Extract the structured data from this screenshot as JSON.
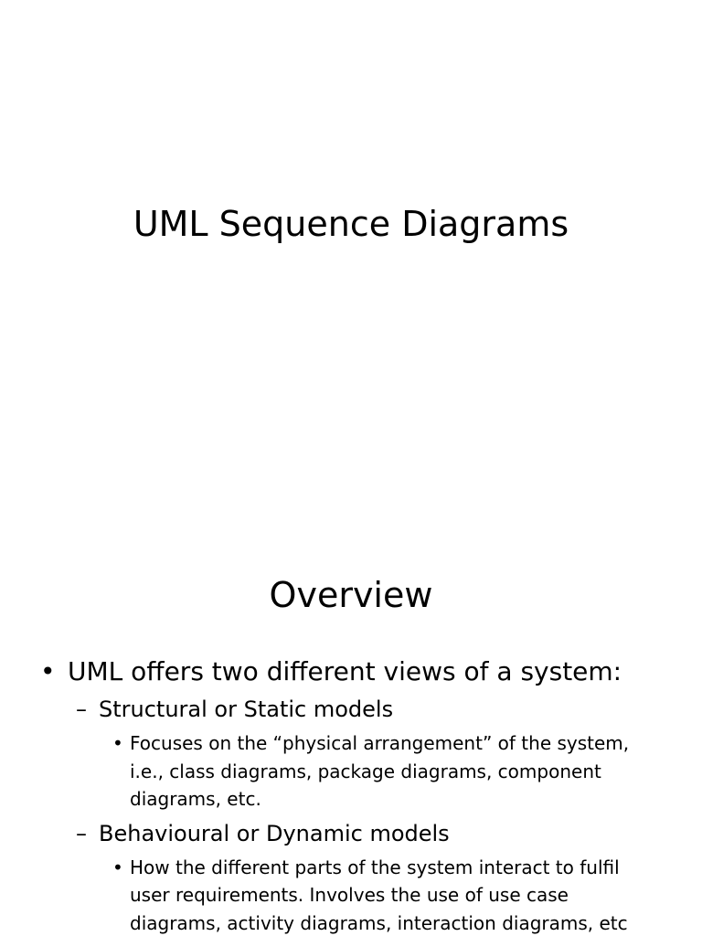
{
  "slide1": {
    "title": "UML Sequence Diagrams"
  },
  "slide2": {
    "title": "Overview",
    "bullet1": {
      "marker": "•",
      "text": "UML offers two different views of a system:"
    },
    "sub1": {
      "marker": "–",
      "text": "Structural or Static models"
    },
    "sub1_detail": {
      "marker": "•",
      "text": "Focuses on the “physical arrangement” of the system, i.e., class diagrams, package diagrams, component diagrams, etc."
    },
    "sub2": {
      "marker": "–",
      "text": "Behavioural  or Dynamic models"
    },
    "sub2_detail": {
      "marker": "•",
      "text": "How the different parts of the system interact to fulfil user requirements.  Involves the use of use case diagrams, activity diagrams, interaction diagrams, etc"
    }
  }
}
